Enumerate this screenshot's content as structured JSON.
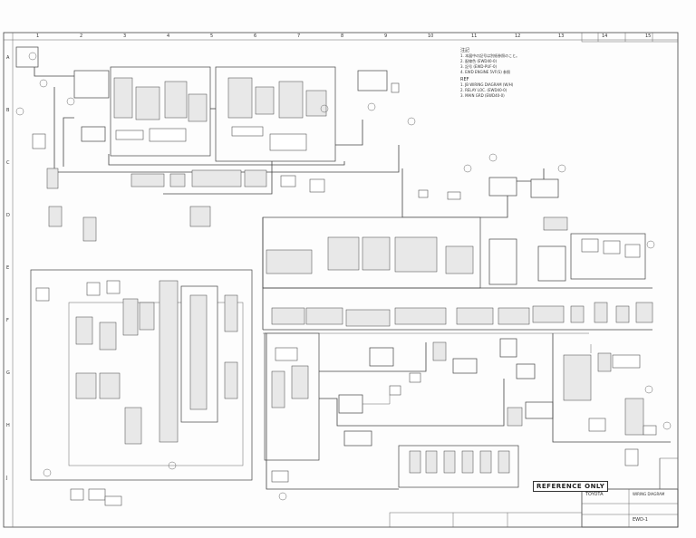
{
  "drawing": {
    "stamp": "REFERENCE ONLY",
    "column_numbers": [
      "1",
      "2",
      "3",
      "4",
      "5",
      "6",
      "7",
      "8",
      "9",
      "10",
      "11",
      "12",
      "13",
      "14",
      "15"
    ],
    "row_letters": [
      "A",
      "B",
      "C",
      "D",
      "E",
      "F",
      "G",
      "H",
      "J"
    ],
    "notes_header": "注記",
    "notes": [
      "1. 本図中の記号は別紙参照のこと。",
      "2. 配線色 (EWD40-0)",
      "3. 記号 (EWD-PUF-0)",
      "4. EWD ENGINE 5VF(S) 参照"
    ],
    "ref_header": "REF",
    "refs": [
      "1. JB WIRING DIAGRAM (W/H)",
      "2. RELAY LOC. (EWD40-0)",
      "3. MAIN GRD (EWD40-0)"
    ],
    "title_block": {
      "company": "TOYOTA",
      "drawing_no": "EWD-1",
      "title_line": "WIRING DIAGRAM"
    }
  },
  "colors": {
    "line": "#444444",
    "paper": "#fdfdfd"
  }
}
